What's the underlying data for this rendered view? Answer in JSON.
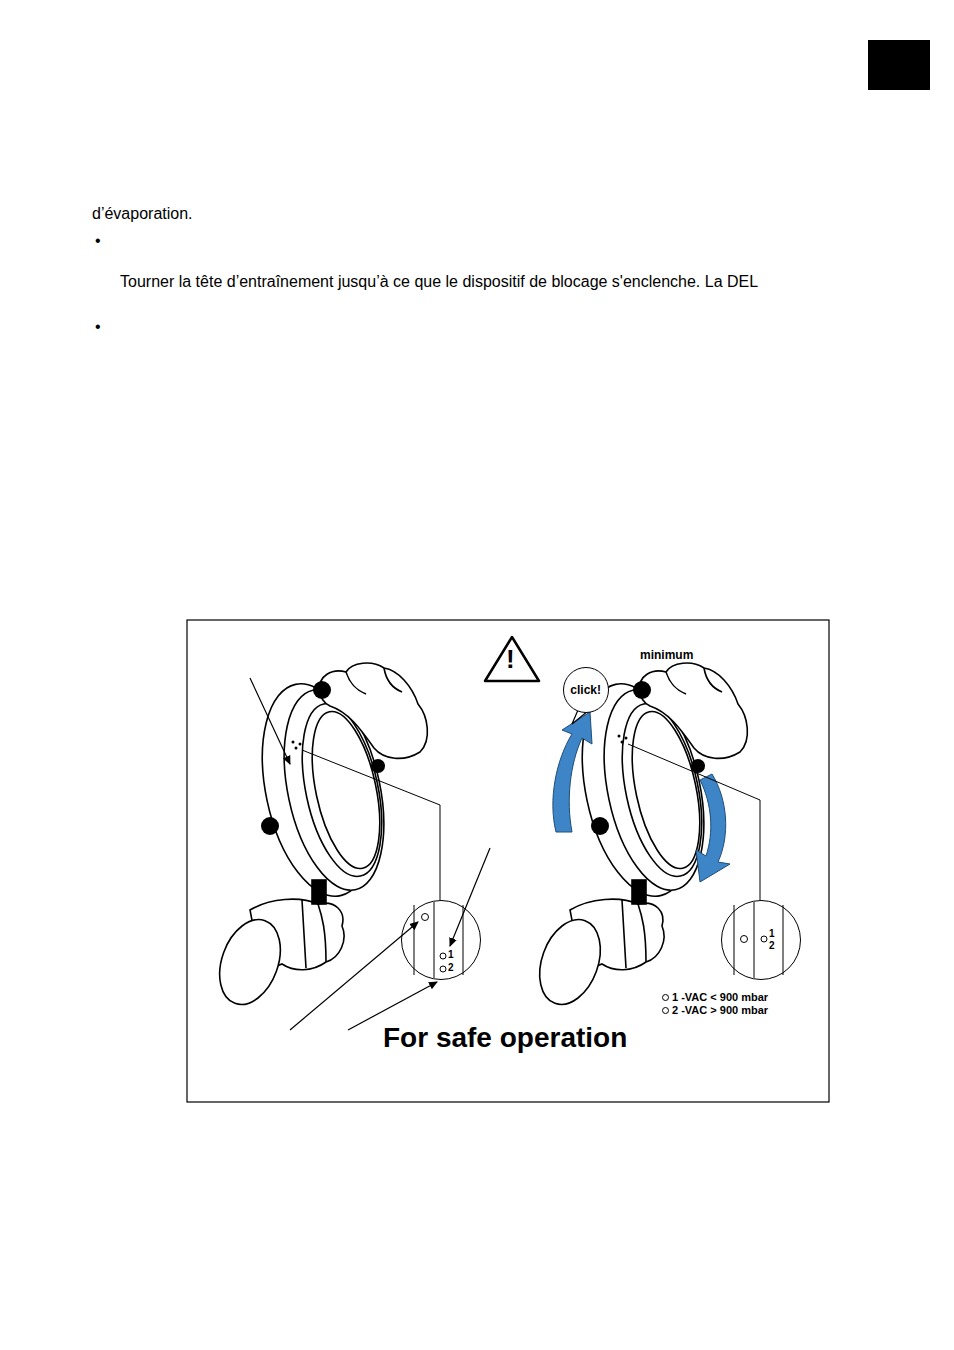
{
  "diagram": {
    "nodes": [
      {
        "text": [
          "click!"
        ]
      },
      {
        "text": [
          "1",
          "2"
        ]
      },
      {
        "text": [
          "1",
          "2"
        ]
      }
    ],
    "labels": [
      "d’évaporation.",
      "•",
      "Tourner la tête d’entraînement jusqu’à ce que le dispositif de blocage s'enclenche. La DEL",
      "•",
      "!",
      "minimum",
      "For safe operation"
    ],
    "legend": [
      {
        "text": "1 -VAC < 900 mbar"
      },
      {
        "text": "2 -VAC > 900 mbar"
      }
    ]
  }
}
